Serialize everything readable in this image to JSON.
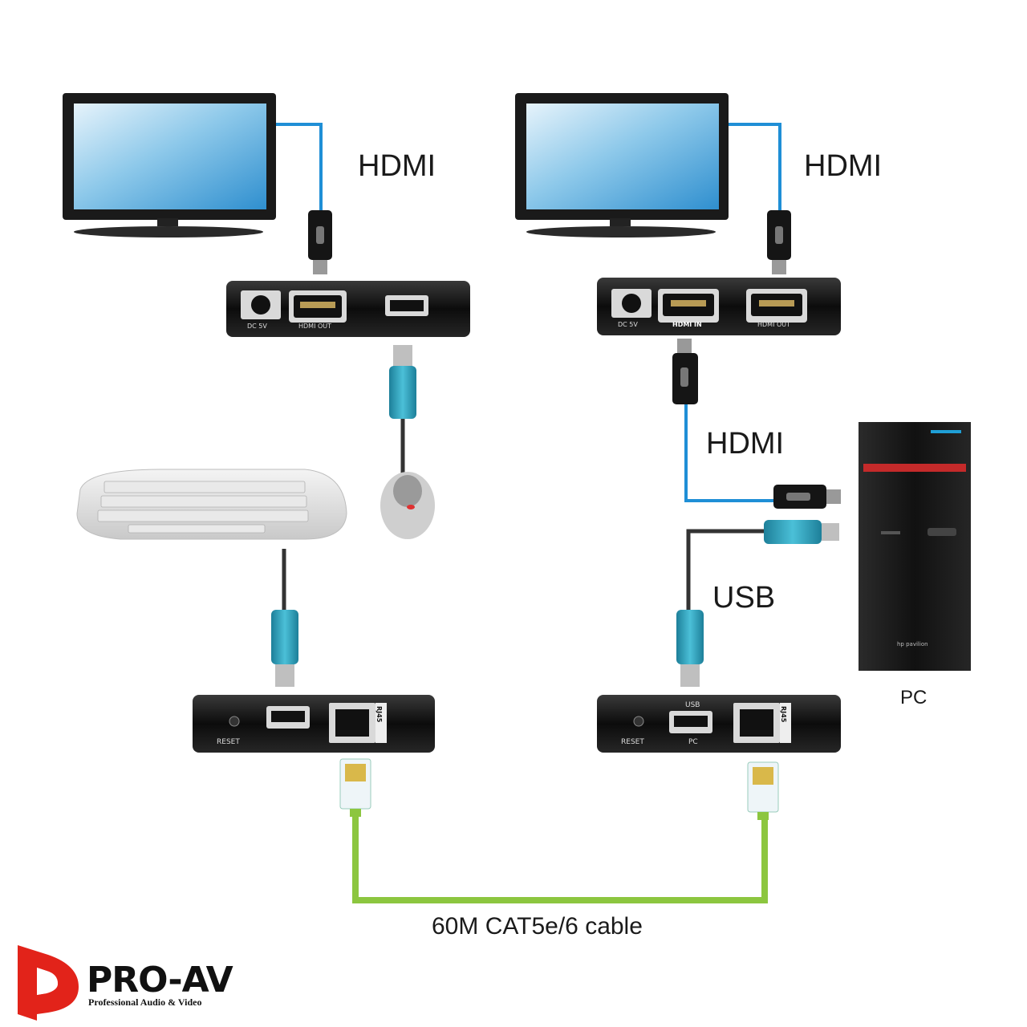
{
  "labels": {
    "hdmi_left": "HDMI",
    "hdmi_right": "HDMI",
    "hdmi_pc": "HDMI",
    "usb": "USB",
    "pc": "PC",
    "cable": "60M CAT5e/6 cable"
  },
  "devices": {
    "tx_top": {
      "power": "DC 5V",
      "hdmi_out": "HDMI OUT",
      "usb_port_icon": "keyboard-mouse-icon"
    },
    "rx_top": {
      "power": "DC 5V",
      "hdmi_in": "HDMI IN",
      "hdmi_out": "HDMI OUT"
    },
    "tx_bottom": {
      "reset": "RESET",
      "rj45": "RJ45"
    },
    "rx_bottom": {
      "reset": "RESET",
      "usb_top": "USB",
      "usb_bottom": "PC",
      "rj45": "RJ45"
    }
  },
  "pc_case_brand": "hp pavilion",
  "logo": {
    "brand": "PRO-AV",
    "tagline": "Professional Audio & Video"
  },
  "colors": {
    "hdmi_cable": "#1f8fd6",
    "cat_cable": "#8cc63f",
    "usb_plug": "#2a9bb6",
    "logo_red": "#e2231a"
  }
}
